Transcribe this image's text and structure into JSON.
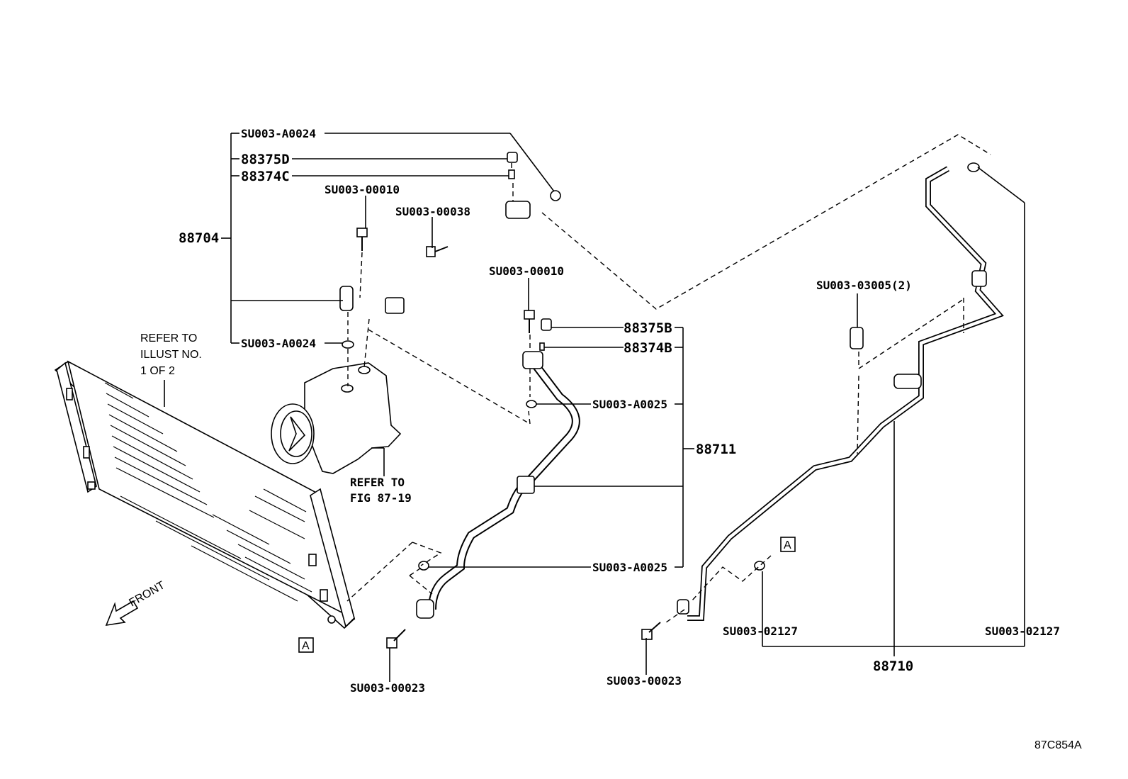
{
  "labels": {
    "su_a0024_top": "SU003-A0024",
    "p88375d": "88375D",
    "p88374c": "88374C",
    "su_00010_left": "SU003-00010",
    "su_00038": "SU003-00038",
    "p88704": "88704",
    "su_00010_mid": "SU003-00010",
    "p88375b": "88375B",
    "p88374b": "88374B",
    "su_a0024_bottom": "SU003-A0024",
    "su_a0025_top": "SU003-A0025",
    "p88711": "88711",
    "su_a0025_bottom": "SU003-A0025",
    "su_03005": "SU003-03005(2)",
    "su_02127_mid": "SU003-02127",
    "su_02127_right": "SU003-02127",
    "p88710": "88710",
    "su_00023_left": "SU003-00023",
    "su_00023_mid": "SU003-00023"
  },
  "notes": {
    "refer_illust_line1": "REFER TO",
    "refer_illust_line2": "ILLUST NO.",
    "refer_illust_line3": "1 OF 2",
    "refer_fig_line1": "REFER TO",
    "refer_fig_line2": "FIG 87-19",
    "front": "FRONT",
    "ref_a_left": "A",
    "ref_a_right": "A"
  },
  "figure_id": "87C854A"
}
